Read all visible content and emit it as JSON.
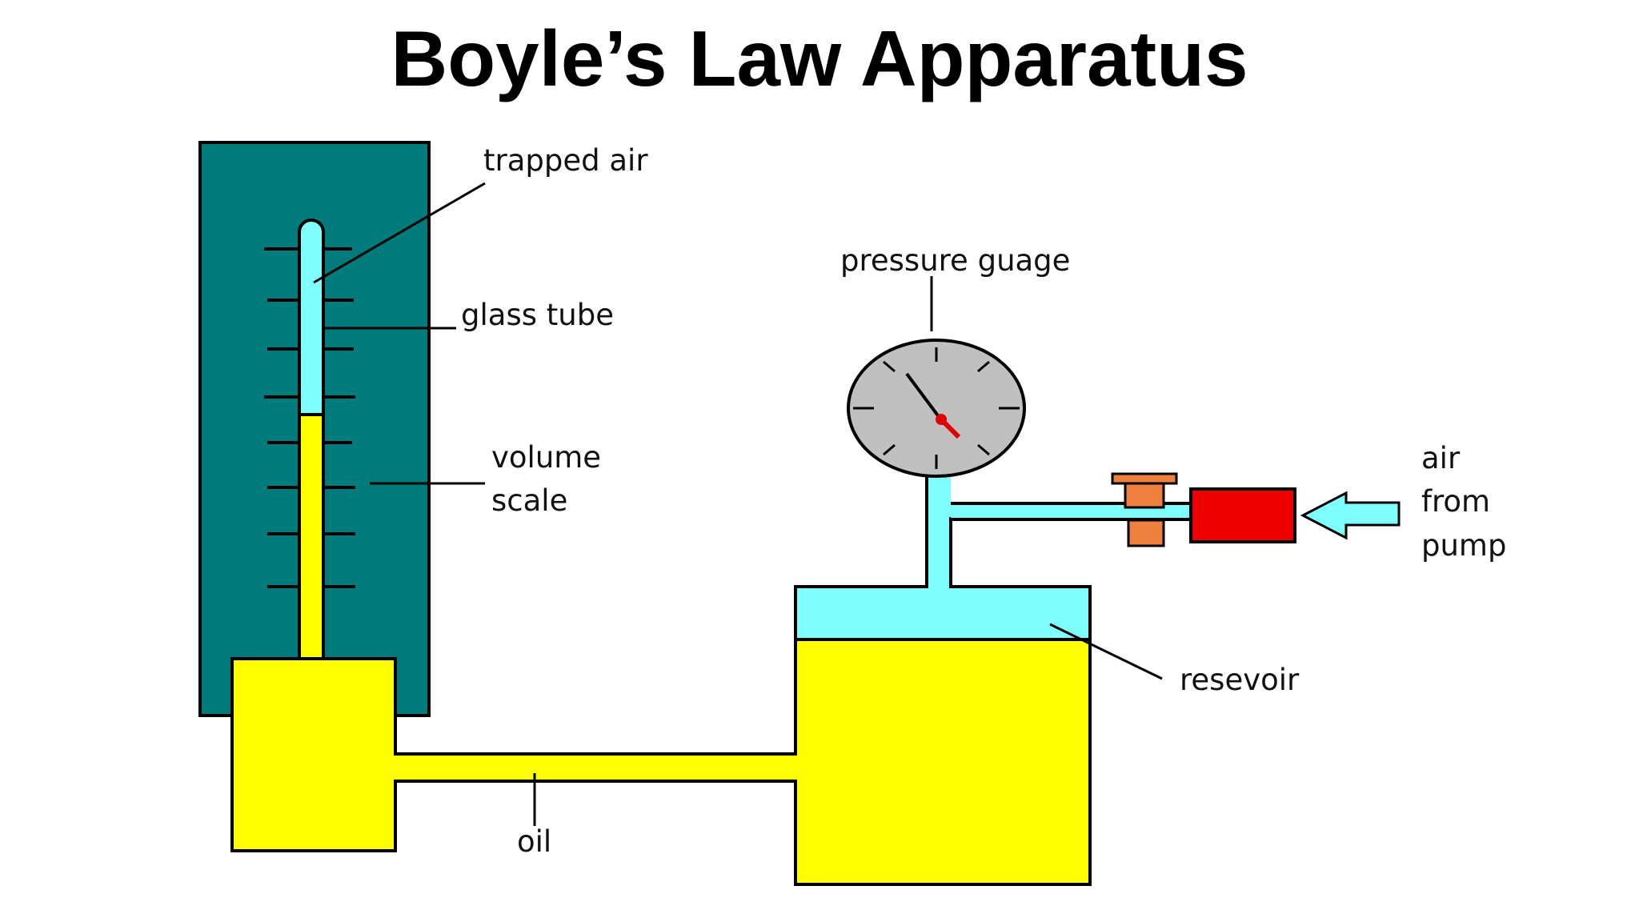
{
  "title": "Boyle’s Law Apparatus",
  "labels": {
    "trapped_air": "trapped air",
    "glass_tube": "glass tube",
    "volume_scale_line1": "volume",
    "volume_scale_line2": "scale",
    "pressure_gauge": "pressure guage",
    "air_from_pump_line1": "air",
    "air_from_pump_line2": "from",
    "air_from_pump_line3": "pump",
    "reservoir": "resevoir",
    "oil": "oil"
  },
  "colors": {
    "scale_board": "#007b7b",
    "oil": "#ffff00",
    "air": "#80ffff",
    "gauge_face": "#c0c0c0",
    "gauge_needle_tip": "#e00000",
    "pump_block": "#ee0000",
    "valve": "#f08040"
  }
}
